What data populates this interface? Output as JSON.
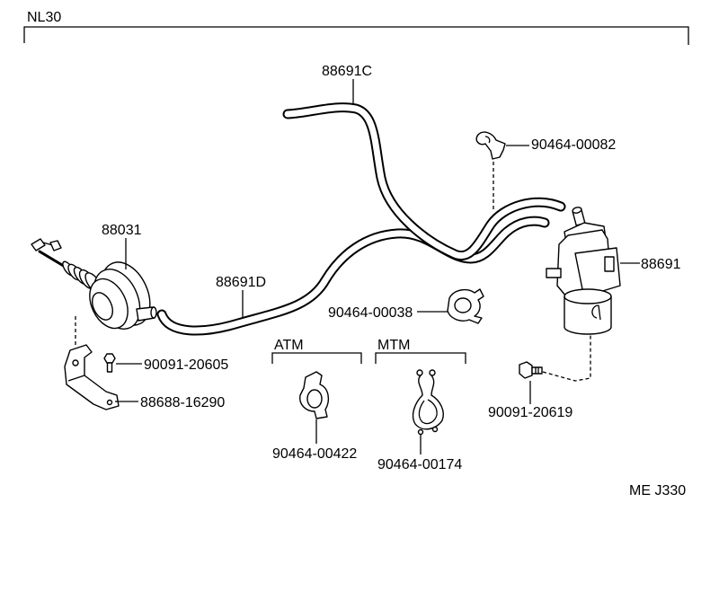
{
  "diagram": {
    "group_code": "NL30",
    "figure_code": "ME J330",
    "labels": {
      "hose_upper": "88691C",
      "clip_upper": "90464-00082",
      "actuator": "88031",
      "valve": "88691",
      "hose_lower": "88691D",
      "clip_middle": "90464-00038",
      "bolt_bracket": "90091-20605",
      "bracket": "88688-16290",
      "bolt_valve": "90091-20619",
      "clip_atm": "90464-00422",
      "clip_mtm": "90464-00174"
    },
    "variants": {
      "atm": "ATM",
      "mtm": "MTM"
    }
  },
  "colors": {
    "ink": "#000000",
    "paper": "#ffffff"
  }
}
